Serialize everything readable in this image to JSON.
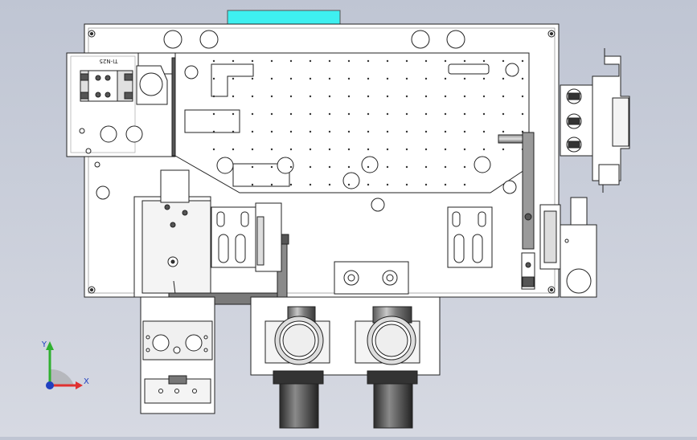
{
  "drawing": {
    "view": "top",
    "part_label": "TI-N25"
  },
  "triad": {
    "x_label": "X",
    "y_label": "Y",
    "x_color": "#e03030",
    "y_color": "#30b030",
    "z_color": "#2040c0"
  },
  "colors": {
    "background_top": "#bfc5d3",
    "background_bottom": "#d6d9e2",
    "part_face": "#ffffff",
    "outline": "#222222",
    "accent_tab": "#3ef0f0",
    "metal_dark": "#4a4a4a",
    "metal_mid": "#888888"
  }
}
